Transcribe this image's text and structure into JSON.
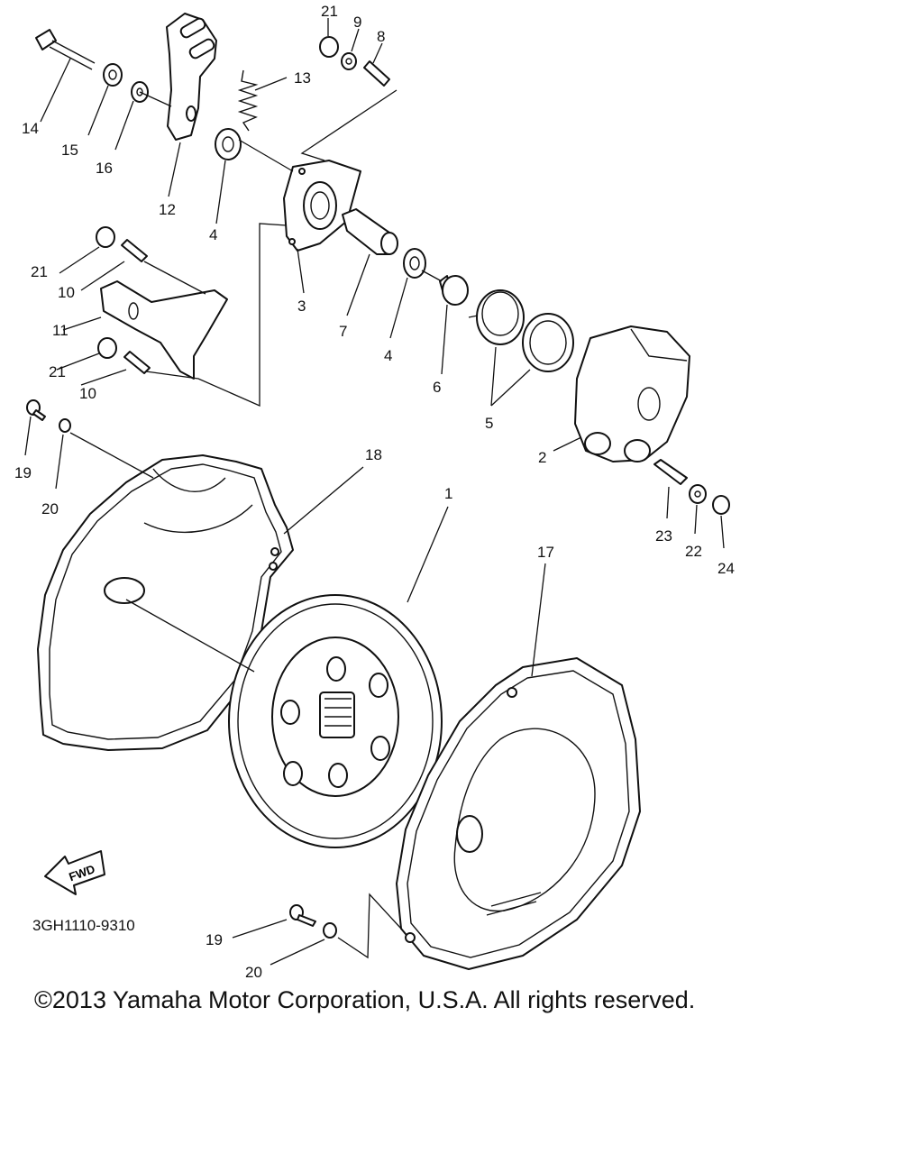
{
  "diagram": {
    "part_labels": [
      "21",
      "9",
      "8",
      "13",
      "14",
      "15",
      "16",
      "12",
      "4",
      "3",
      "7",
      "4",
      "6",
      "5",
      "2",
      "21",
      "10",
      "11",
      "21",
      "10",
      "19",
      "20",
      "18",
      "1",
      "17",
      "23",
      "22",
      "24",
      "19",
      "20"
    ],
    "fwd_label": "FWD",
    "diagram_code": "3GH1110-9310"
  },
  "footer": {
    "copyright": "©2013 Yamaha Motor Corporation, U.S.A. All rights reserved."
  }
}
